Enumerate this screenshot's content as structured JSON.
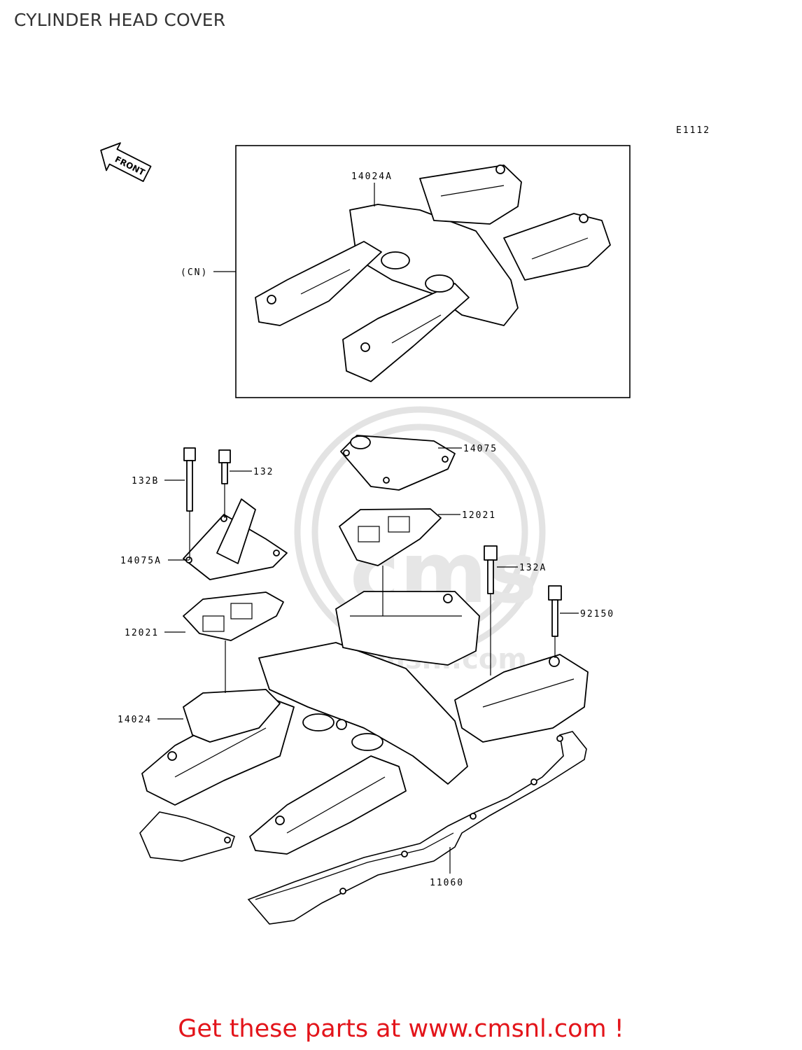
{
  "title": "CYLINDER HEAD COVER",
  "diagram_code": "E1112",
  "front_arrow_text": "FRONT",
  "box_label": "(CN)",
  "watermark": {
    "logo_text": "cms",
    "url_text": "www.cmsnl.com"
  },
  "parts": [
    {
      "id": "14024A"
    },
    {
      "id": "14075"
    },
    {
      "id": "132B"
    },
    {
      "id": "132"
    },
    {
      "id": "12021"
    },
    {
      "id": "14075A"
    },
    {
      "id": "132A"
    },
    {
      "id": "92150"
    },
    {
      "id": "12021"
    },
    {
      "id": "14024"
    },
    {
      "id": "11060"
    }
  ],
  "footer": {
    "text": "Get these parts at www.cmsnl.com !",
    "color": "#e3141a"
  }
}
